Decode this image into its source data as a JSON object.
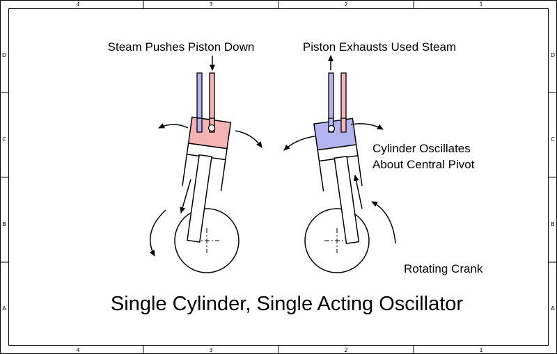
{
  "frame": {
    "columns": [
      "4",
      "3",
      "2",
      "1"
    ],
    "rows": [
      "D",
      "C",
      "B",
      "A"
    ]
  },
  "labels": {
    "steam_in": "Steam Pushes Piston Down",
    "exhaust": "Piston Exhausts Used Steam",
    "oscillates_line1": "Cylinder Oscillates",
    "oscillates_line2": "About Central Pivot",
    "crank": "Rotating Crank",
    "title": "Single Cylinder, Single Acting Oscillator"
  },
  "colors": {
    "steam_pink": "#f6b3b3",
    "exhaust_blue": "#b3b3ef",
    "outline": "#000000"
  }
}
